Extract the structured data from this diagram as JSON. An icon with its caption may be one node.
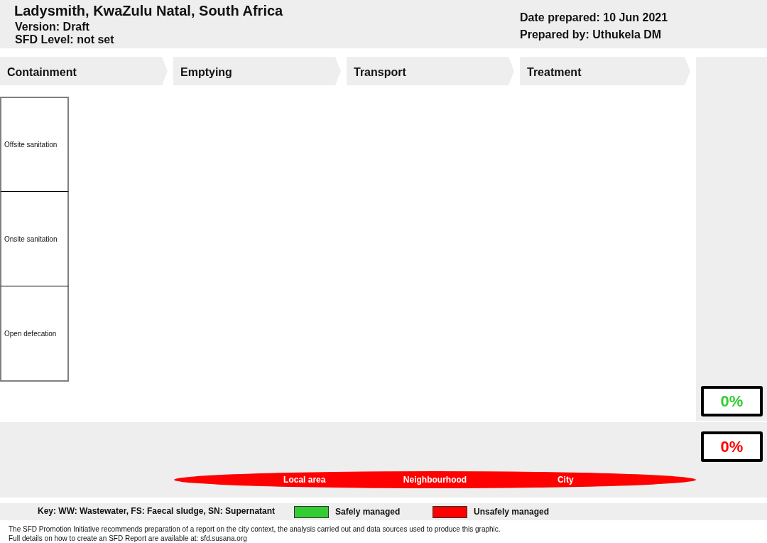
{
  "diagram": {
    "title": "Ladysmith, KwaZulu Natal, South Africa",
    "nodes": [
      {
        "text": [
          "Containment"
        ]
      },
      {
        "text": [
          "Emptying"
        ]
      },
      {
        "text": [
          "Transport"
        ]
      },
      {
        "text": [
          "Treatment"
        ]
      },
      {
        "text": [
          "Offsite sanitation"
        ]
      },
      {
        "text": [
          "Onsite sanitation"
        ]
      },
      {
        "text": [
          "Open defecation"
        ]
      },
      {
        "text": [
          "0%"
        ]
      },
      {
        "text": [
          "0%"
        ]
      },
      {
        "text": [
          "Local area",
          "Neighbourhood",
          "City"
        ]
      }
    ],
    "labels": [
      "Version: Draft",
      "SFD Level: not set",
      "Date prepared: 10 Jun 2021",
      "Prepared by: Uthukela DM",
      "Key: WW: Wastewater, FS: Faecal sludge, SN: Supernatant",
      "The SFD Promotion Initiative recommends preparation of a report on the city context, the analysis carried out and data sources used to produce this graphic.",
      "Full details on how to create an SFD Report are available at: sfd.susana.org"
    ],
    "legend": [
      {
        "text": "Safely managed",
        "color": "#33cc33"
      },
      {
        "text": "Unsafely managed",
        "color": "#ff0000"
      }
    ]
  }
}
